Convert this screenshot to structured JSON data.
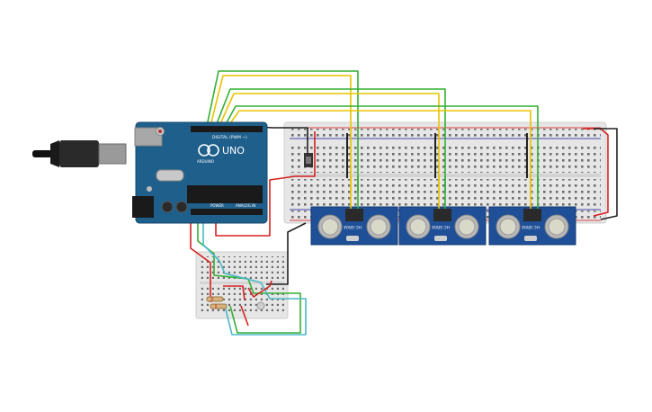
{
  "arduino": {
    "board_name": "UNO",
    "brand": "ARDUINO",
    "digital_label": "DIGITAL (PWM ~)",
    "power_label": "POWER",
    "analog_label": "ANALOG IN",
    "board_color": "#1f5f8b"
  },
  "sensors": [
    {
      "label": "HC-SR04"
    },
    {
      "label": "HC-SR04"
    },
    {
      "label": "HC-SR04"
    }
  ],
  "colors": {
    "wire_yellow": "#e8c300",
    "wire_green": "#33b033",
    "wire_red": "#d82020",
    "wire_black": "#202020",
    "wire_cyan": "#4ab8c8",
    "breadboard": "#e6e6e6",
    "sensor_board": "#1f4f96"
  }
}
